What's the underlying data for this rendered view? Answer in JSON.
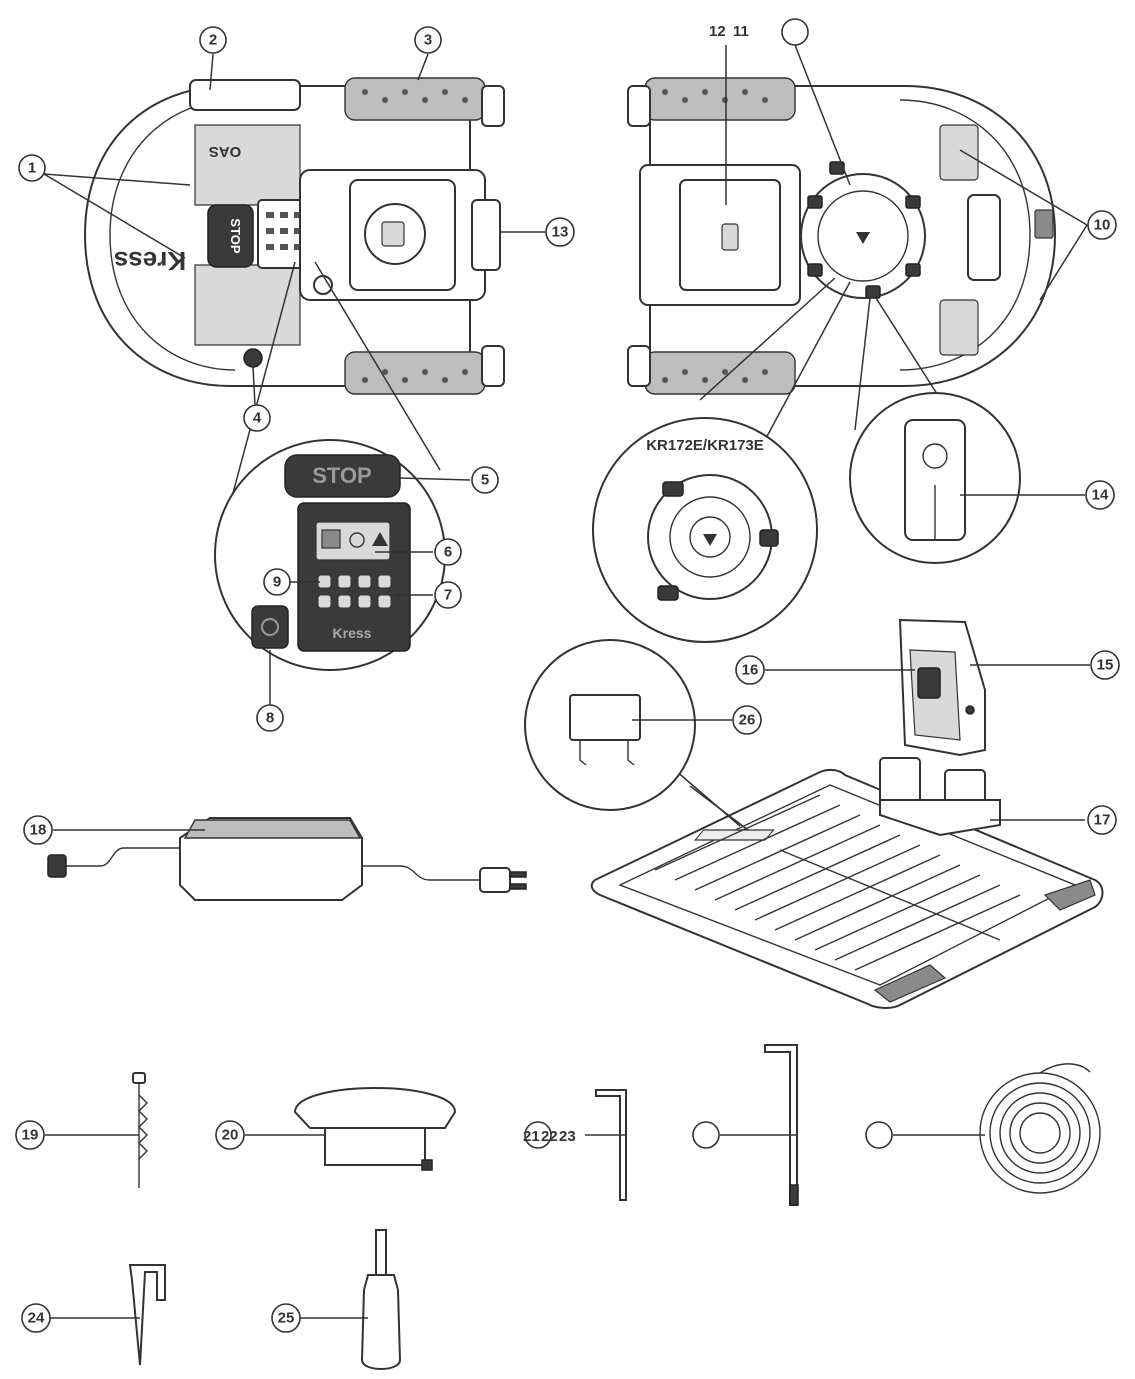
{
  "callouts": {
    "c1": "1",
    "c2": "2",
    "c3": "3",
    "c4": "4",
    "c5": "5",
    "c6": "6",
    "c7": "7",
    "c8": "8",
    "c9": "9",
    "c10": "10",
    "c11": "11",
    "c12": "12",
    "c13": "13",
    "c14": "14",
    "c15": "15",
    "c16": "16",
    "c17": "17",
    "c18": "18",
    "c19": "19",
    "c20": "20",
    "c21": "21",
    "c22": "22",
    "c23": "23",
    "c24": "24",
    "c25": "25",
    "c26": "26"
  },
  "labels": {
    "model_variant": "KR172E/KR173E",
    "stop_button": "STOP",
    "brand": "Kress",
    "oas": "OAS"
  }
}
